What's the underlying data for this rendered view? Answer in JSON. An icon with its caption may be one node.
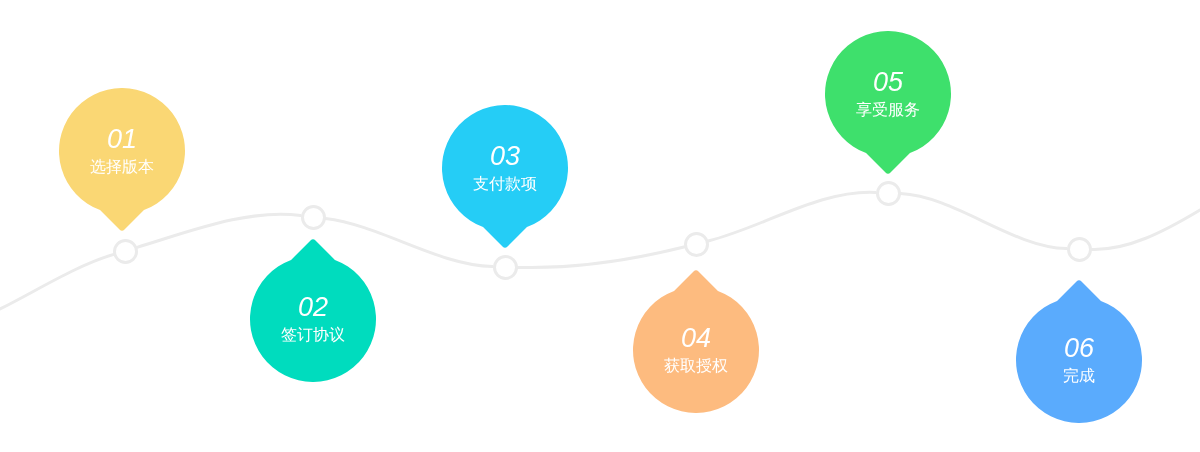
{
  "diagram": {
    "nodes": [
      {
        "text": [
          "01",
          "选择版本"
        ]
      },
      {
        "text": [
          "02",
          "签订协议"
        ]
      },
      {
        "text": [
          "03",
          "支付款项"
        ]
      },
      {
        "text": [
          "04",
          "获取授权"
        ]
      },
      {
        "text": [
          "05",
          "享受服务"
        ]
      },
      {
        "text": [
          "06",
          "完成"
        ]
      },
      {
        "text": [],
        "shape": "circle"
      },
      {
        "text": [],
        "shape": "circle"
      },
      {
        "text": [],
        "shape": "circle"
      },
      {
        "text": [],
        "shape": "circle"
      },
      {
        "text": [],
        "shape": "circle"
      },
      {
        "text": [],
        "shape": "circle"
      }
    ],
    "edges": [
      {
        "from": null,
        "to": 6,
        "arrow": "none"
      },
      {
        "from": 6,
        "to": 7,
        "arrow": "none"
      },
      {
        "from": 7,
        "to": 8,
        "arrow": "none"
      },
      {
        "from": 8,
        "to": 9,
        "arrow": "none"
      },
      {
        "from": 9,
        "to": 10,
        "arrow": "none"
      },
      {
        "from": 10,
        "to": 11,
        "arrow": "none"
      },
      {
        "from": 11,
        "to": null,
        "arrow": "none"
      }
    ]
  }
}
